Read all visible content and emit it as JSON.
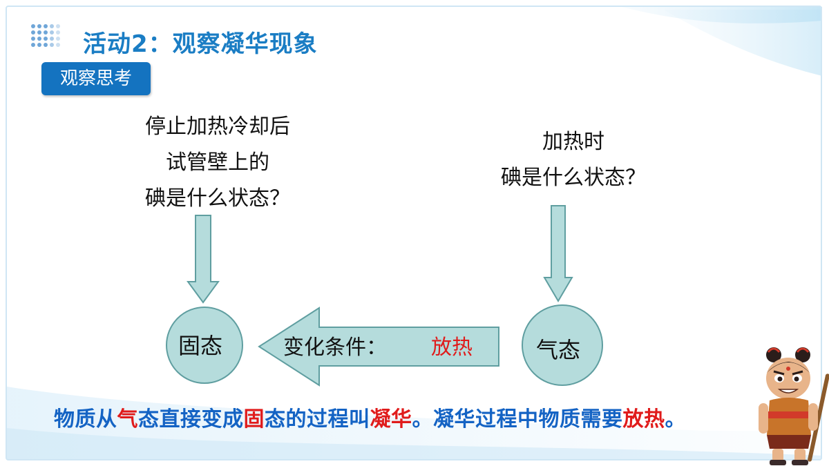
{
  "title": "活动2：观察凝华现象",
  "tag": "观察思考",
  "question_left": [
    "停止加热冷却后",
    "试管壁上的",
    "碘是什么状态？"
  ],
  "question_right": [
    "加热时",
    "碘是什么状态？"
  ],
  "solid_label": "固态",
  "gas_label": "气态",
  "condition_label": "变化条件：",
  "condition_value": "放热",
  "summary": {
    "p1": "物质从",
    "p2": "气",
    "p3": "态直接变成",
    "p4": "固",
    "p5": "态的过程叫",
    "p6": "凝华",
    "p7": "。凝华过程中物质需要",
    "p8": "放热",
    "p9": "。"
  },
  "colors": {
    "title": "#1a7dc4",
    "tag_bg": "#1473c0",
    "shape_fill": "#b5dcdc",
    "shape_stroke": "#5f9ea0",
    "summary_blue": "#1463c4",
    "emphasis_red": "#e01b1b"
  },
  "icons": [
    "dot-grid-icon",
    "mascot-illustration"
  ]
}
